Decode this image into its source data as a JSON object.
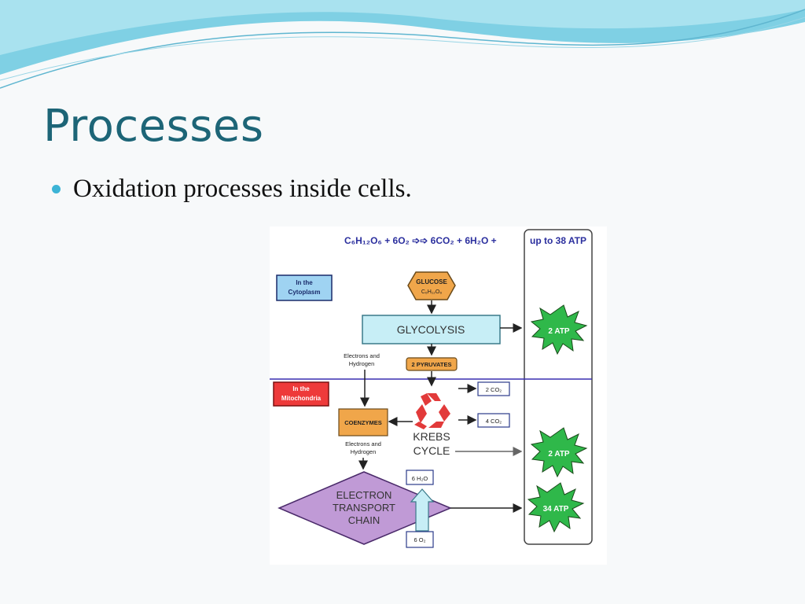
{
  "slide": {
    "title": "Processes",
    "bullet": "Oxidation processes inside cells."
  },
  "diagram": {
    "equation": "C₆H₁₂O₆ + 6O₂ ➩➩ 6CO₂ + 6H₂O +",
    "atp_header": "up to 38 ATP",
    "cytoplasm_label": [
      "In the",
      "Cytoplasm"
    ],
    "mitochondria_label": [
      "In the",
      "Mitochondria"
    ],
    "glucose": [
      "GLUCOSE",
      "C₆H₁₂O₆"
    ],
    "glycolysis": "GLYCOLYSIS",
    "pyruvates": "2 PYRUVATES",
    "electrons_hydrogen_1": [
      "Electrons and",
      "Hydrogen"
    ],
    "electrons_hydrogen_2": [
      "Electrons and",
      "Hydrogen"
    ],
    "coenzymes": "COENZYMES",
    "krebs": [
      "KREBS",
      "CYCLE"
    ],
    "co2_a": "2 CO₂",
    "co2_b": "4 CO₂",
    "water": "6 H₂O",
    "oxygen": "6 O₂",
    "etc": [
      "ELECTRON",
      "TRANSPORT",
      "CHAIN"
    ],
    "atp_glycolysis": "2 ATP",
    "atp_krebs": "2 ATP",
    "atp_etc": "34 ATP",
    "colors": {
      "title": "#1d6577",
      "bullet": "#3cb4d6",
      "cytoplasm_box": "#9fd3f2",
      "mitochondria_box": "#ee3a3a",
      "orange": "#f0a64a",
      "glycolysis_box": "#c7eef6",
      "atp_star": "#2fb84a",
      "etc_diamond": "#c09ad6",
      "recycle": "#e23a3a",
      "divider": "#3a2fb0",
      "equation_text": "#2b2f9e"
    }
  }
}
